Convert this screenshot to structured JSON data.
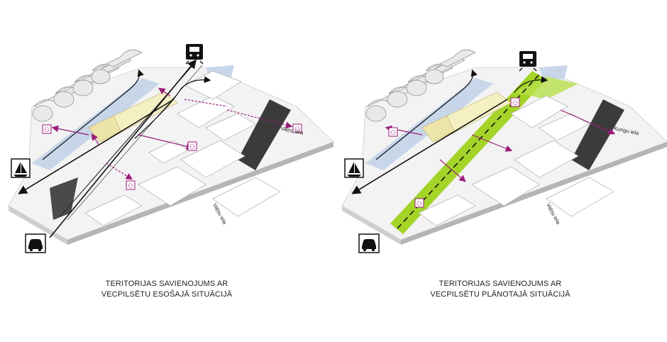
{
  "left_panel": {
    "caption_line1": "TERITORIJAS SAVIENOJUMS AR",
    "caption_line2": "VECPILSĒTU ESOŠAJĀ SITUĀCIJĀ",
    "street_labels": [
      "Vaļņu iela",
      "Vaļņu iela"
    ]
  },
  "right_panel": {
    "caption_line1": "TERITORIJAS SAVIENOJUMS AR",
    "caption_line2": "VECPILSĒTU PLĀNOTAJĀ SITUĀCIJĀ",
    "street_labels": [
      "Kungu iela",
      "Vaļņu iela"
    ]
  },
  "icons": [
    "train-icon",
    "boat-icon",
    "car-icon",
    "pedestrian-icon"
  ],
  "colors": {
    "pedestrian_route": "#9b1d7a",
    "transport_route": "#111111",
    "development_zone": "#f4f0c4",
    "green_corridor": "#9fd21c",
    "water": "#c8d6ea"
  }
}
